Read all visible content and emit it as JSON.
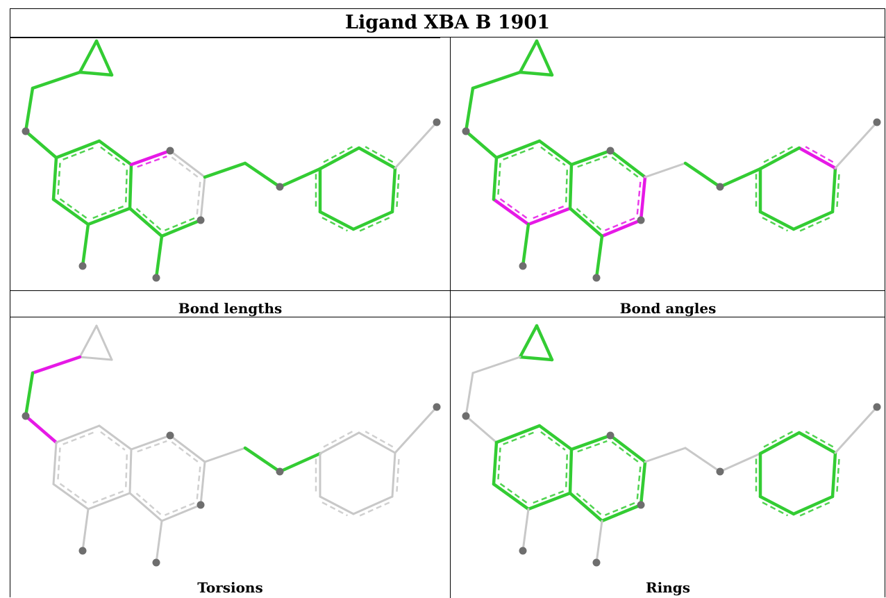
{
  "title": "Ligand XBA B 1901",
  "colors": {
    "ok": "#33cc33",
    "outlier": "#e619e6",
    "inactive": "#c8c8c8",
    "atom": "#6e6e6e"
  },
  "panels": [
    {
      "caption": "Bond lengths"
    },
    {
      "caption": "Bond angles"
    },
    {
      "caption": "Torsions"
    },
    {
      "caption": "Rings"
    }
  ]
}
